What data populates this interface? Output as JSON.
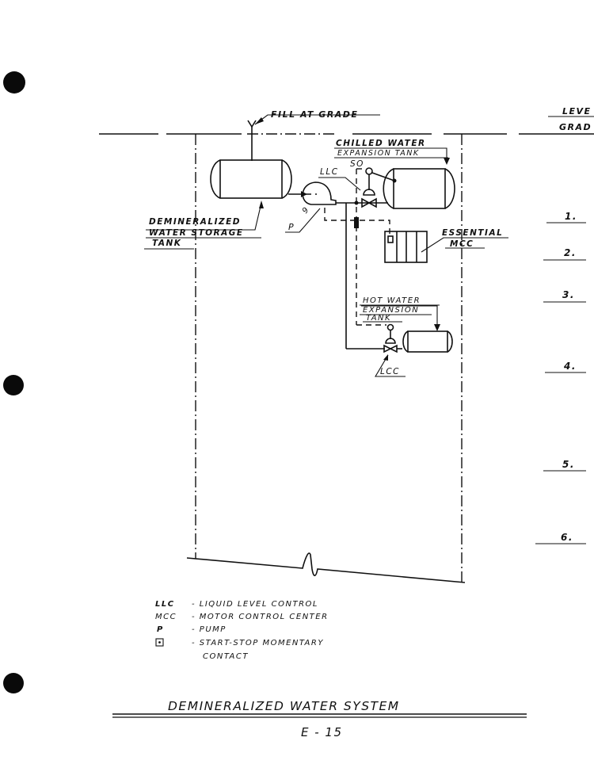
{
  "labels": {
    "fill_at_grade": "FILL AT GRADE",
    "chilled_water_tank_line1": "CHILLED WATER",
    "chilled_water_tank_line2": "EXPANSION TANK",
    "llc_top": "LLC",
    "so_tag": "SO",
    "pump_tag": "P",
    "pump_number": "9",
    "storage_tank_line1": "DEMINERALIZED",
    "storage_tank_line2": "WATER STORAGE",
    "storage_tank_line3": "TANK",
    "essential_mcc_line1": "ESSENTIAL",
    "essential_mcc_line2": "MCC",
    "hot_water_tank_line1": "HOT WATER",
    "hot_water_tank_line2": "EXPANSION",
    "hot_water_tank_line3": "TANK",
    "lcc_bottom": "LCC"
  },
  "side_table": {
    "header_line1": "LEVE",
    "header_line2": "GRAD",
    "rows": [
      "1.",
      "2.",
      "3.",
      "4.",
      "5.",
      "6."
    ]
  },
  "legend": [
    {
      "abbr": "LLC",
      "desc": "- LIQUID LEVEL CONTROL"
    },
    {
      "abbr": "MCC",
      "desc": "- MOTOR CONTROL CENTER"
    },
    {
      "abbr": "P",
      "desc": "- PUMP"
    },
    {
      "abbr": "",
      "symbol": "start-stop-contact",
      "desc": "- START-STOP MOMENTARY",
      "desc2": "CONTACT"
    }
  ],
  "title": "DEMINERALIZED WATER SYSTEM",
  "page_number": "E - 15"
}
